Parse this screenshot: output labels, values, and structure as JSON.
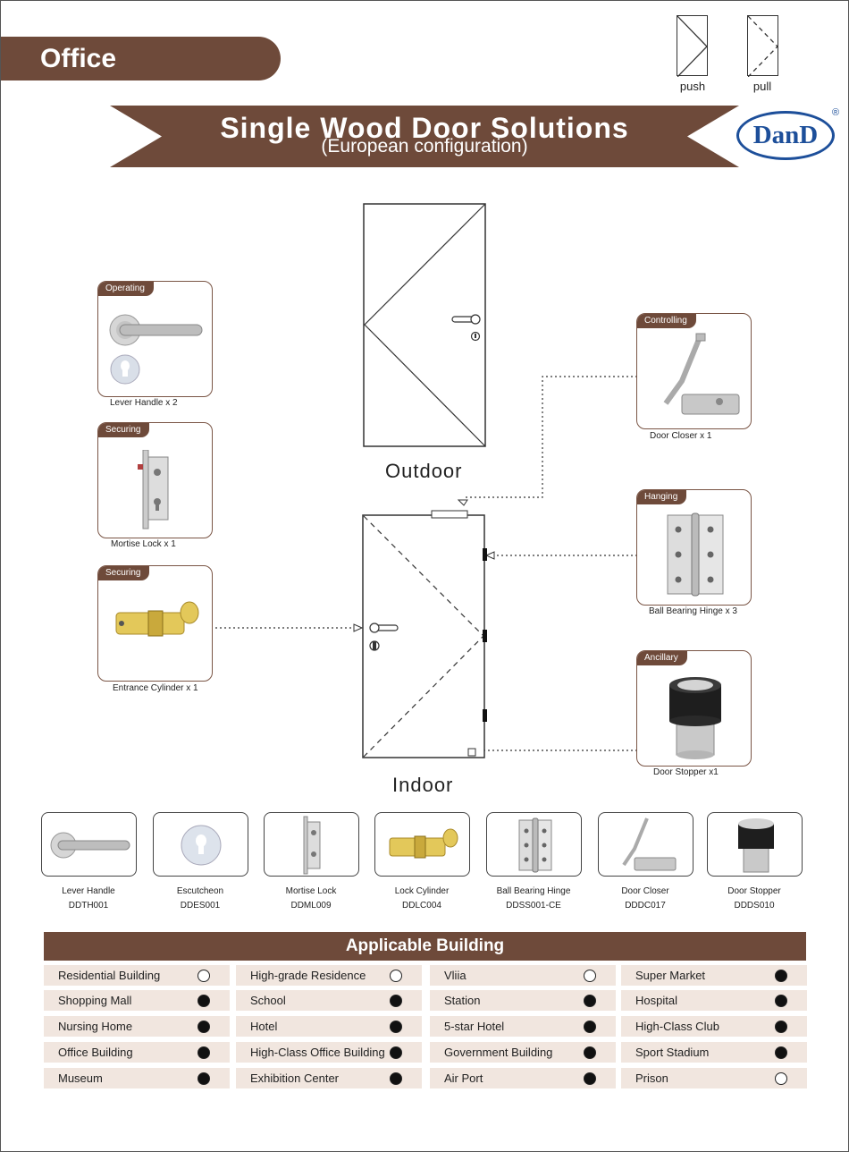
{
  "section_tab": "Office",
  "legend": {
    "push": "push",
    "pull": "pull"
  },
  "banner": {
    "title": "Single Wood Door Solutions",
    "subtitle": "(European configuration)"
  },
  "logo": {
    "text": "DanD",
    "reg": "®"
  },
  "doors": {
    "outdoor": "Outdoor",
    "indoor": "Indoor"
  },
  "cards": [
    {
      "tag": "Operating",
      "caption": "Lever Handle x 2",
      "icon": "lever-handle-icon"
    },
    {
      "tag": "Securing",
      "caption": "Mortise Lock x 1",
      "icon": "mortise-lock-icon"
    },
    {
      "tag": "Securing",
      "caption": "Entrance Cylinder x 1",
      "icon": "cylinder-icon"
    },
    {
      "tag": "Controlling",
      "caption": "Door Closer x 1",
      "icon": "door-closer-icon"
    },
    {
      "tag": "Hanging",
      "caption": "Ball Bearing Hinge x 3",
      "icon": "hinge-icon"
    },
    {
      "tag": "Ancillary",
      "caption": "Door Stopper x1",
      "icon": "door-stopper-icon"
    }
  ],
  "products": [
    {
      "name": "Lever Handle",
      "code": "DDTH001",
      "icon": "lever-handle-icon"
    },
    {
      "name": "Escutcheon",
      "code": "DDES001",
      "icon": "escutcheon-icon"
    },
    {
      "name": "Mortise Lock",
      "code": "DDML009",
      "icon": "mortise-lock-icon"
    },
    {
      "name": "Lock Cylinder",
      "code": "DDLC004",
      "icon": "cylinder-icon"
    },
    {
      "name": "Ball Bearing Hinge",
      "code": "DDSS001-CE",
      "icon": "hinge-icon"
    },
    {
      "name": "Door Closer",
      "code": "DDDC017",
      "icon": "door-closer-icon"
    },
    {
      "name": "Door Stopper",
      "code": "DDDS010",
      "icon": "door-stopper-icon"
    }
  ],
  "applicable": {
    "title": "Applicable Building",
    "rows": [
      [
        {
          "name": "Residential Building",
          "applicable": false
        },
        {
          "name": "High-grade Residence",
          "applicable": false
        },
        {
          "name": "Vliia",
          "applicable": false
        },
        {
          "name": "Super Market",
          "applicable": true
        }
      ],
      [
        {
          "name": "Shopping Mall",
          "applicable": true
        },
        {
          "name": "School",
          "applicable": true
        },
        {
          "name": "Station",
          "applicable": true
        },
        {
          "name": "Hospital",
          "applicable": true
        }
      ],
      [
        {
          "name": "Nursing Home",
          "applicable": true
        },
        {
          "name": "Hotel",
          "applicable": true
        },
        {
          "name": "5-star Hotel",
          "applicable": true
        },
        {
          "name": "High-Class Club",
          "applicable": true
        }
      ],
      [
        {
          "name": "Office Building",
          "applicable": true
        },
        {
          "name": "High-Class Office Building",
          "applicable": true
        },
        {
          "name": "Government Building",
          "applicable": true
        },
        {
          "name": "Sport Stadium",
          "applicable": true
        }
      ],
      [
        {
          "name": "Museum",
          "applicable": true
        },
        {
          "name": "Exhibition Center",
          "applicable": true
        },
        {
          "name": "Air Port",
          "applicable": true
        },
        {
          "name": "Prison",
          "applicable": false
        }
      ]
    ]
  },
  "colors": {
    "brand_brown": "#6e4a3a",
    "cell_bg": "#f1e6df",
    "logo_blue": "#1d4f9a"
  }
}
